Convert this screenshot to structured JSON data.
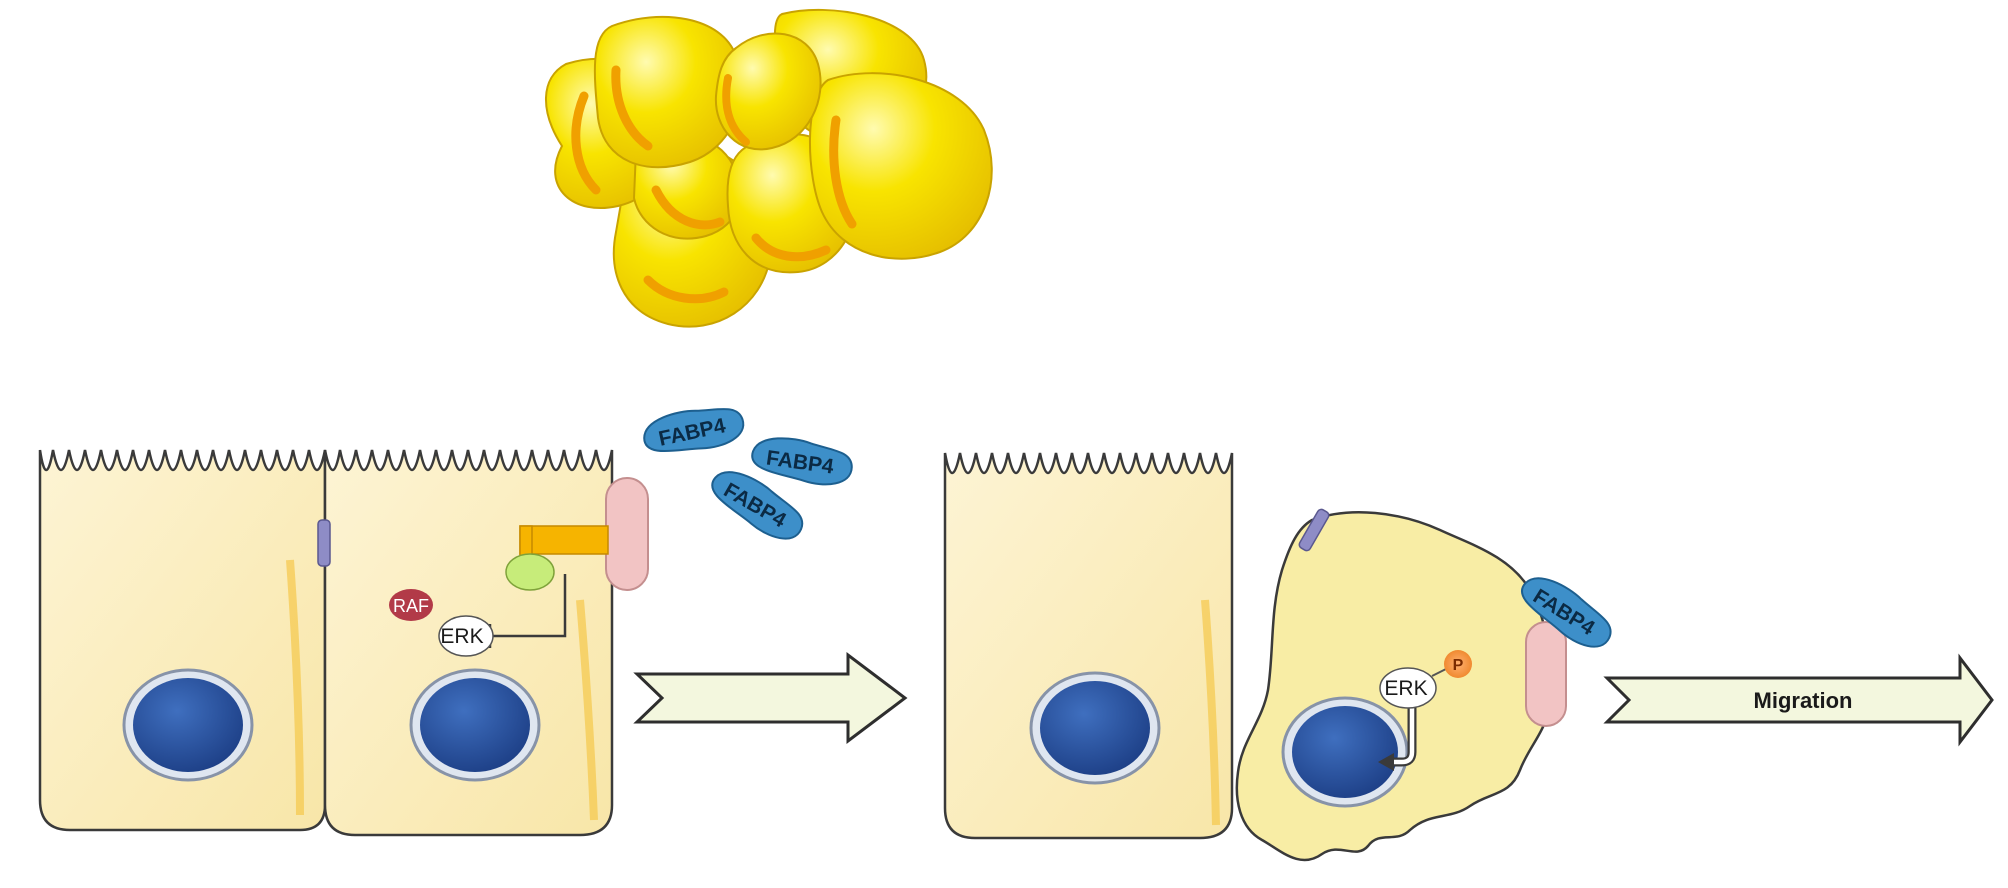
{
  "labels": {
    "fabp4": "FABP4",
    "raf": "RAF",
    "erk": "ERK",
    "phospho": "P",
    "migration": "Migration"
  },
  "colors": {
    "adipocyte": "#f7e000",
    "adipocyte_droplet": "#f0a000",
    "epithelial_cell": "#fbefc2",
    "nucleus": "#2e5aa4",
    "fabp4_protein": "#3d8fc9",
    "receptor": "#f2c4c4",
    "raf": "#b23a48",
    "adaptor": "#c7ec7a",
    "kinase_bar": "#f6b400",
    "junction": "#8e8cc6",
    "arrow_fill": "#f3f7de"
  }
}
